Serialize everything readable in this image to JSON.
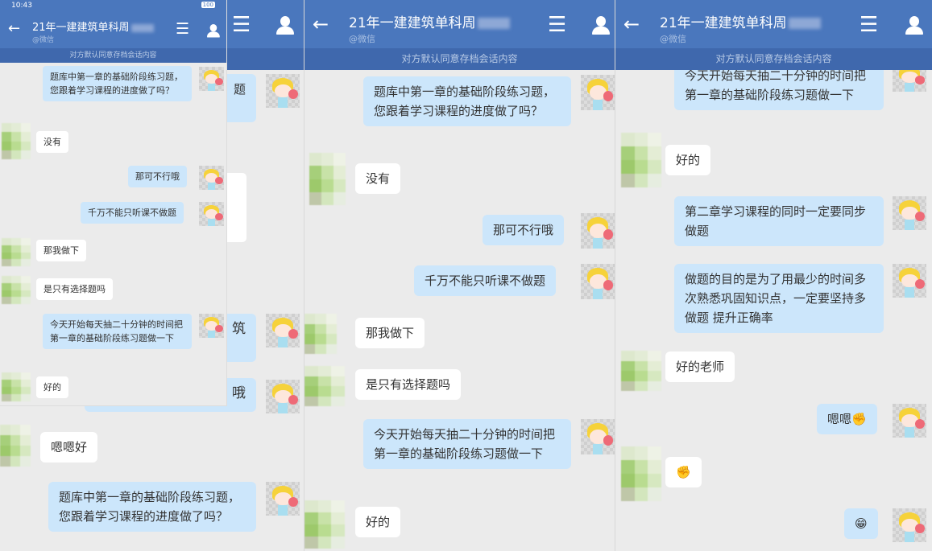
{
  "header": {
    "title": "21年一建建筑单科周",
    "subtitle": "@微信",
    "notice": "对方默认同意存档会话内容"
  },
  "status_bar": {
    "time": "10:43",
    "battery": "100"
  },
  "messages": {
    "q1": "题库中第一章的基础阶段练习题，您跟着学习课程的进度做了吗？",
    "no": "没有",
    "not_ok": "那可不行哦",
    "must_do": "千万不能只听课不做题",
    "do_it": "那我做下",
    "only_choice": "是只有选择题吗",
    "daily": "今天开始每天抽二十分钟的时间把第一章的基础阶段练习题做一下",
    "ok": "好的",
    "enen_ok": "嗯嗯好",
    "ch2": "第二章学习课程的同时一定要同步做题",
    "purpose": "做题的目的是为了用最少的时间多次熟悉巩固知识点，一定要坚持多做题 提升正确率",
    "ok_teacher": "好的老师",
    "enen": "嗯嗯",
    "fragment_1": "筑",
    "fragment_2": "哦",
    "fragment_3": "题"
  },
  "icons": {
    "back": "arrow-left-icon",
    "menu": "hamburger-menu-icon",
    "profile": "user-icon",
    "fist": "✊",
    "grin": "😁"
  },
  "colors": {
    "header": "#4a77bd",
    "notice": "#3f68ad",
    "my_bubble": "#cce6fb",
    "their_bubble": "#ffffff",
    "background": "#ebebeb"
  }
}
